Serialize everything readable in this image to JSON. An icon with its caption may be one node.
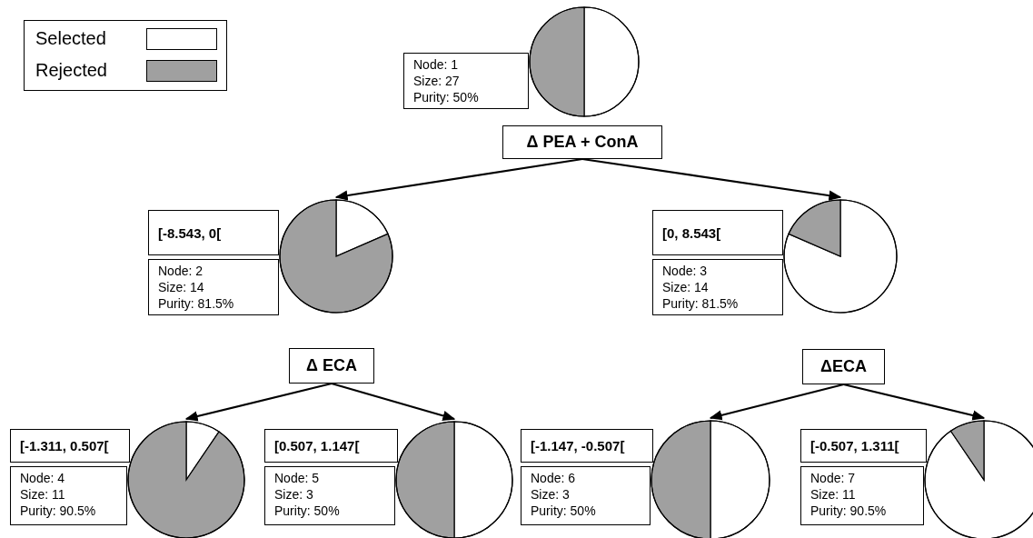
{
  "diagram": {
    "nodes": [
      {
        "text": [
          "Node: 1",
          "Size: 27",
          "Purity: 50%"
        ]
      },
      {
        "text": [],
        "shape": "circle"
      },
      {
        "text": [
          "Δ PEA + ConA"
        ]
      },
      {
        "text": [
          "[-8.543, 0["
        ]
      },
      {
        "text": [
          "Node: 2",
          "Size: 14",
          "Purity: 81.5%"
        ]
      },
      {
        "text": [],
        "shape": "circle"
      },
      {
        "text": [
          "[0, 8.543["
        ]
      },
      {
        "text": [
          "Node: 3",
          "Size: 14",
          "Purity: 81.5%"
        ]
      },
      {
        "text": [],
        "shape": "circle"
      },
      {
        "text": [
          "Δ ECA"
        ]
      },
      {
        "text": [
          "ΔECA"
        ]
      },
      {
        "text": [
          "[-1.311, 0.507["
        ]
      },
      {
        "text": [
          "Node: 4",
          "Size: 11",
          "Purity: 90.5%"
        ]
      },
      {
        "text": [],
        "shape": "circle"
      },
      {
        "text": [
          "[0.507, 1.147["
        ]
      },
      {
        "text": [
          "Node: 5",
          "Size: 3",
          "Purity: 50%"
        ]
      },
      {
        "text": [],
        "shape": "circle"
      },
      {
        "text": [
          "[-1.147, -0.507["
        ]
      },
      {
        "text": [
          "Node: 6",
          "Size: 3",
          "Purity: 50%"
        ]
      },
      {
        "text": [],
        "shape": "circle"
      },
      {
        "text": [
          "[-0.507, 1.311["
        ]
      },
      {
        "text": [
          "Node: 7",
          "Size: 11",
          "Purity: 90.5%"
        ]
      },
      {
        "text": [],
        "shape": "circle"
      }
    ],
    "edges": [
      {
        "from": 2,
        "to": 5,
        "arrow": "to"
      },
      {
        "from": 2,
        "to": 8,
        "arrow": "to"
      },
      {
        "from": 9,
        "to": 13,
        "arrow": "to"
      },
      {
        "from": 9,
        "to": 16,
        "arrow": "to"
      },
      {
        "from": 10,
        "to": 19,
        "arrow": "to"
      },
      {
        "from": 10,
        "to": 22,
        "arrow": "to"
      }
    ],
    "legend": [
      {
        "text": "Selected",
        "color": "#ffffff"
      },
      {
        "text": "Rejected",
        "color": "#a0a0a0"
      }
    ]
  }
}
